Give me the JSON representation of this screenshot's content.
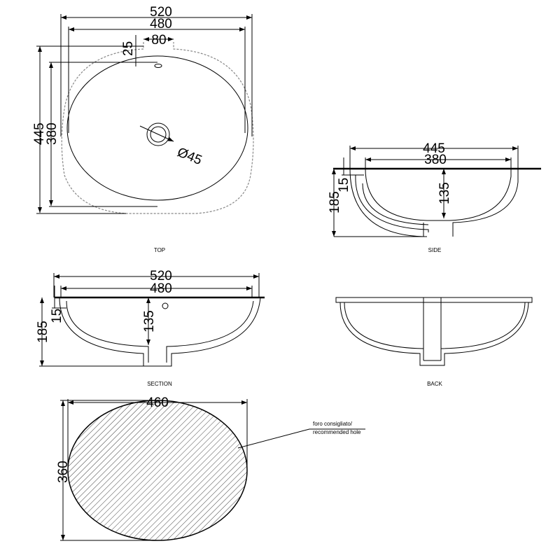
{
  "views": {
    "top": {
      "label": "TOP",
      "dims": {
        "overall_width": "520",
        "inner_width": "480",
        "tap_width": "80",
        "tap_depth": "25",
        "overall_depth": "445",
        "inner_depth": "380",
        "drain": "Ø45"
      }
    },
    "side": {
      "label": "SIDE",
      "dims": {
        "overall_width": "445",
        "inner_width": "380",
        "height": "185",
        "rim": "15",
        "bowl_depth": "135"
      }
    },
    "section": {
      "label": "SECTION",
      "dims": {
        "overall_width": "520",
        "inner_width": "480",
        "height": "185",
        "rim": "15",
        "bowl_depth": "135"
      }
    },
    "back": {
      "label": "BACK"
    },
    "cutout": {
      "dims": {
        "width": "460",
        "depth": "360"
      },
      "note_line1": "foro consigliato/",
      "note_line2": "recommended hole"
    }
  }
}
